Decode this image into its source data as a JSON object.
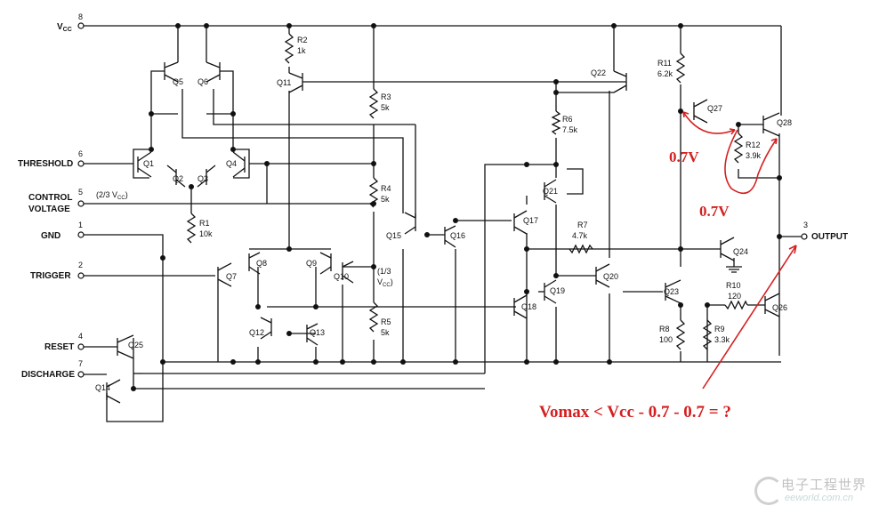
{
  "pins": {
    "vcc": {
      "num": "8",
      "name": "V",
      "sub": "CC"
    },
    "threshold": {
      "num": "6",
      "name": "THRESHOLD"
    },
    "control": {
      "num": "5",
      "name1": "CONTROL",
      "name2": "VOLTAGE",
      "note": "(2/3 V",
      "note_sub": "CC",
      "note_end": ")"
    },
    "gnd": {
      "num": "1",
      "name": "GND"
    },
    "trigger": {
      "num": "2",
      "name": "TRIGGER"
    },
    "reset": {
      "num": "4",
      "name": "RESET"
    },
    "discharge": {
      "num": "7",
      "name": "DISCHARGE"
    },
    "output": {
      "num": "3",
      "name": "OUTPUT"
    }
  },
  "transistors": [
    "Q1",
    "Q2",
    "Q3",
    "Q4",
    "Q5",
    "Q6",
    "Q7",
    "Q8",
    "Q9",
    "Q10",
    "Q11",
    "Q12",
    "Q13",
    "Q14",
    "Q15",
    "Q16",
    "Q17",
    "Q18",
    "Q19",
    "Q20",
    "Q21",
    "Q22",
    "Q23",
    "Q24",
    "Q25",
    "Q26",
    "Q27",
    "Q28"
  ],
  "resistors": {
    "r1": {
      "name": "R1",
      "value": "10k"
    },
    "r2": {
      "name": "R2",
      "value": "1k"
    },
    "r3": {
      "name": "R3",
      "value": "5k"
    },
    "r4": {
      "name": "R4",
      "value": "5k"
    },
    "r5": {
      "name": "R5",
      "value": "5k"
    },
    "r6": {
      "name": "R6",
      "value": "7.5k"
    },
    "r7": {
      "name": "R7",
      "value": "4.7k"
    },
    "r8": {
      "name": "R8",
      "value": "100"
    },
    "r9": {
      "name": "R9",
      "value": "3.3k"
    },
    "r10": {
      "name": "R10",
      "value": "120"
    },
    "r11": {
      "name": "R11",
      "value": "6.2k"
    },
    "r12": {
      "name": "R12",
      "value": "3.9k"
    }
  },
  "vcc_third": {
    "l1": "(1/3",
    "l2": "V",
    "sub": "CC",
    "end": ")"
  },
  "annotations": {
    "vbe1": "0.7V",
    "vbe2": "0.7V",
    "question": "Vomax < Vcc - 0.7 - 0.7 = ?"
  },
  "watermark": {
    "cn": "电子工程世界",
    "en": "eeworld.com.cn"
  },
  "colors": {
    "annotation": "#d42020",
    "ink": "#111111"
  }
}
